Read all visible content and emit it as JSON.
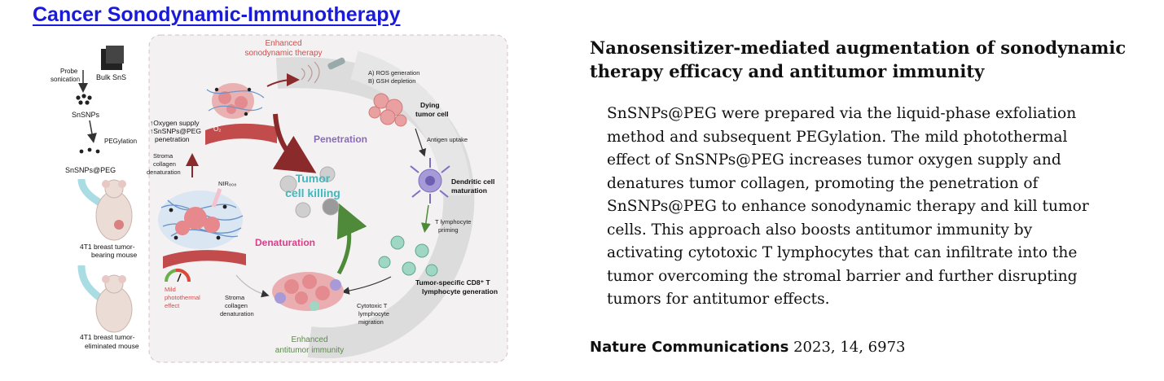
{
  "page": {
    "title": "Cancer Sonodynamic-Immunotherapy"
  },
  "figure": {
    "left_panel": {
      "probe_sonication": [
        "Probe",
        "sonication"
      ],
      "bulk_sns": "Bulk SnS",
      "snsnps": "SnSNPs",
      "pegylation": "PEGylation",
      "snsnps_peg": "SnSNPs@PEG",
      "bearing_mouse": [
        "4T1 breast tumor-",
        "bearing mouse"
      ],
      "eliminated_mouse": [
        "4T1 breast tumor-",
        "eliminated mouse"
      ]
    },
    "cycle": {
      "enhanced_sdt": [
        "Enhanced",
        "sonodynamic therapy"
      ],
      "ros": [
        "A) ROS generation",
        "B) GSH depletion"
      ],
      "dying_cell": [
        "Dying",
        "tumor cell"
      ],
      "antigen_uptake": "Antigen uptake",
      "dendritic": [
        "Dendritic cell",
        "maturation"
      ],
      "t_priming": [
        "T lymphocyte",
        "priming"
      ],
      "cd8": [
        "Tumor-specific CD8⁺ T",
        "lymphocyte generation"
      ],
      "cytotoxic": [
        "Cytotoxic T",
        "lymphocyte",
        "migration"
      ],
      "enhanced_immunity": [
        "Enhanced",
        "antitumor immunity"
      ],
      "stroma_bottom": [
        "Stroma",
        "collagen",
        "denaturation"
      ],
      "stroma_left": [
        "Stroma",
        "collagen",
        "denaturation"
      ],
      "oxygen_supply": [
        "↑Oxygen supply",
        "↑SnSNPs@PEG",
        "penetration"
      ],
      "o2": "O₂",
      "nir": "NIR₈₀₈",
      "mild": [
        "Mild",
        "photothermal",
        "effect"
      ],
      "penetration": "Penetration",
      "denaturation": "Denaturation",
      "tumor_killing": [
        "Tumor",
        "cell killing"
      ]
    },
    "colors": {
      "red_label": "#d94a4a",
      "purple_label": "#8a6bb8",
      "pink_label": "#d9408a",
      "teal_label": "#3fb8bf",
      "green_label": "#5a8a4a"
    }
  },
  "text": {
    "heading": [
      "Nanosensitizer-mediated augmentation of sonodynamic",
      "therapy efficacy and antitumor immunity"
    ],
    "body": [
      "SnSNPs@PEG were prepared via the liquid-phase exfoliation",
      "method and subsequent PEGylation. The mild photothermal",
      "effect of SnSNPs@PEG increases tumor oxygen supply and",
      "denatures tumor collagen, promoting the penetration of",
      "SnSNPs@PEG to enhance sonodynamic therapy and kill tumor",
      "cells. This approach also boosts antitumor immunity by",
      "activating cytotoxic T lymphocytes that can infiltrate into the",
      "tumor overcoming the stromal barrier and further disrupting",
      "tumors for antitumor effects."
    ],
    "citation_journal": "Nature Communications",
    "citation_rest": " 2023, 14, 6973"
  }
}
